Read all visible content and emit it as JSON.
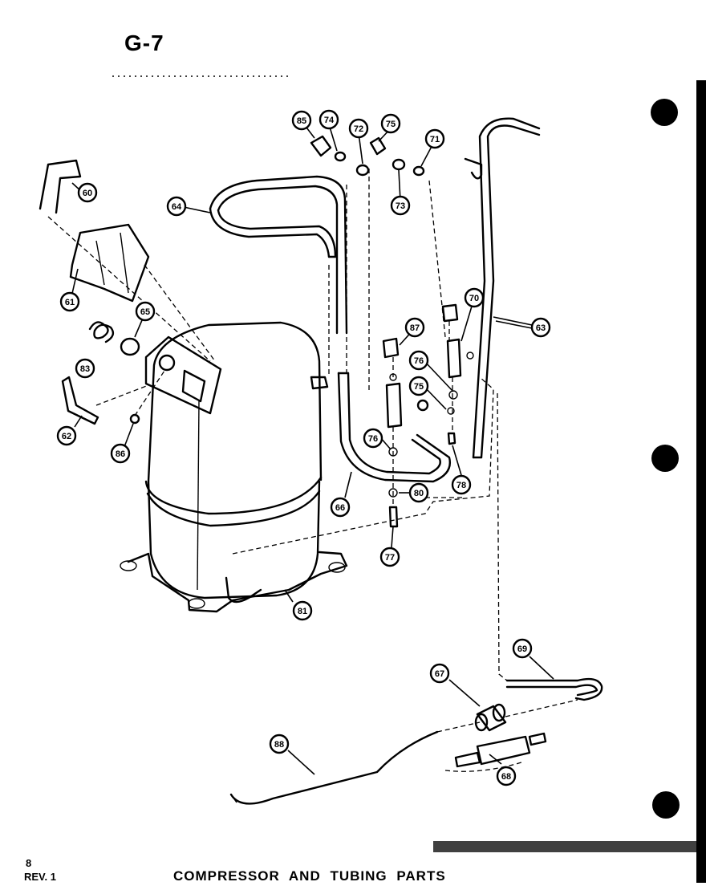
{
  "sheet": {
    "title": "G-7",
    "page_number": "8",
    "revision": "REV. 1",
    "caption": "COMPRESSOR  AND  TUBING  PARTS"
  },
  "callouts": [
    {
      "id": "c85a",
      "label": "85"
    },
    {
      "id": "c74",
      "label": "74"
    },
    {
      "id": "c72",
      "label": "72"
    },
    {
      "id": "c75a",
      "label": "75"
    },
    {
      "id": "c71",
      "label": "71"
    },
    {
      "id": "c73",
      "label": "73"
    },
    {
      "id": "c60",
      "label": "60"
    },
    {
      "id": "c64",
      "label": "64"
    },
    {
      "id": "c70",
      "label": "70"
    },
    {
      "id": "c63",
      "label": "63"
    },
    {
      "id": "c61",
      "label": "61"
    },
    {
      "id": "c65",
      "label": "65"
    },
    {
      "id": "c87",
      "label": "87"
    },
    {
      "id": "c76a",
      "label": "76"
    },
    {
      "id": "c75b",
      "label": "75"
    },
    {
      "id": "c83",
      "label": "83"
    },
    {
      "id": "c62",
      "label": "62"
    },
    {
      "id": "c86",
      "label": "86"
    },
    {
      "id": "c76b",
      "label": "76"
    },
    {
      "id": "c80",
      "label": "80"
    },
    {
      "id": "c78",
      "label": "78"
    },
    {
      "id": "c66",
      "label": "66"
    },
    {
      "id": "c77",
      "label": "77"
    },
    {
      "id": "c81",
      "label": "81"
    },
    {
      "id": "c69",
      "label": "69"
    },
    {
      "id": "c67",
      "label": "67"
    },
    {
      "id": "c68",
      "label": "68"
    },
    {
      "id": "c88",
      "label": "88"
    }
  ],
  "colors": {
    "ink": "#000000",
    "paper": "#ffffff"
  }
}
